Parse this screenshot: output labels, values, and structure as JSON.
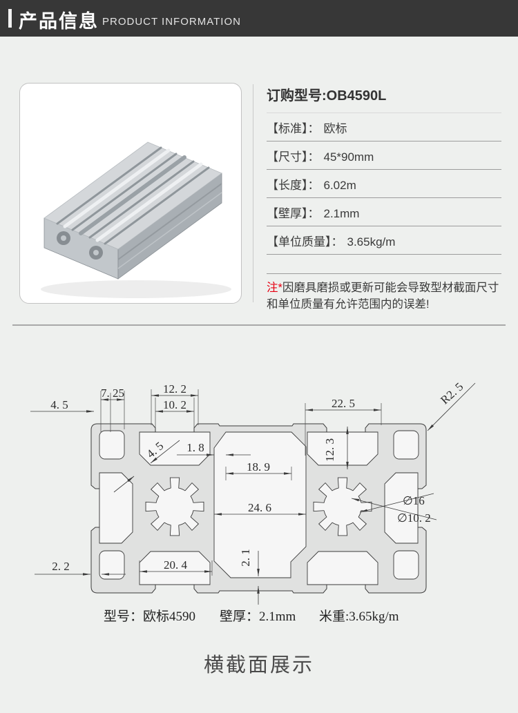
{
  "header": {
    "title": "产品信息",
    "subtitle": "PRODUCT INFORMATION"
  },
  "colors": {
    "header_bg": "#373737",
    "accent_red": "#e60012",
    "drawing_body": "#e0e1e0"
  },
  "product": {
    "order_title": "订购型号:OB4590L",
    "specs": [
      {
        "label": "【标准】：",
        "value": "欧标"
      },
      {
        "label": "【尺寸】：",
        "value": "45*90mm"
      },
      {
        "label": "【长度】：",
        "value": "6.02m"
      },
      {
        "label": "【壁厚】：",
        "value": "2.1mm"
      },
      {
        "label": "【单位质量】：",
        "value": "3.65kg/m"
      }
    ],
    "note": {
      "prefix": "注*",
      "text": "因磨具磨损或更新可能会导致型材截面尺寸和单位质量有允许范围内的误差!"
    }
  },
  "drawing": {
    "dims": {
      "d45l": "4. 5",
      "d725": "7. 25",
      "d122": "12. 2",
      "d102": "10. 2",
      "d225": "22. 5",
      "dR25": "R2. 5",
      "d45diag": "4. 5",
      "d18": "1. 8",
      "d189": "18. 9",
      "d123": "12. 3",
      "d246": "24. 6",
      "d16": "∅16",
      "d102c": "∅10. 2",
      "d21": "2. 1",
      "d22": "2. 2",
      "d204": "20. 4"
    },
    "caption": {
      "model": "型号：欧标4590",
      "wall": "壁厚：2.1mm",
      "weight": "米重:3.65kg/m"
    }
  },
  "section_title": "横截面展示"
}
